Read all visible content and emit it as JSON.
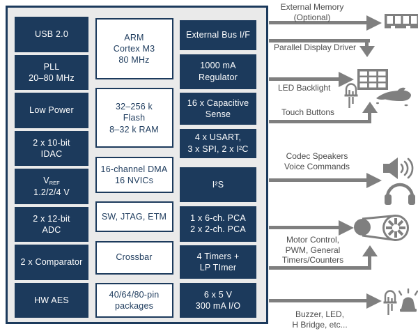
{
  "colors": {
    "block_navy": "#1c3a5c",
    "panel_gray": "#eaeaea",
    "arrow_gray": "#7f7f7f",
    "label_gray": "#4b4b4b",
    "white": "#ffffff"
  },
  "blocks": {
    "left": [
      {
        "l1": "USB 2.0"
      },
      {
        "l1": "PLL",
        "l2": "20–80 MHz"
      },
      {
        "l1": "Low Power"
      },
      {
        "l1": "2 x 10-bit",
        "l2": "IDAC"
      },
      {
        "base": "V",
        "sub": "REF",
        "l2": "1.2/2/4 V"
      },
      {
        "l1": "2 x 12-bit",
        "l2": "ADC"
      },
      {
        "l1": "2 x Comparator"
      },
      {
        "l1": "HW AES"
      }
    ],
    "middle": [
      {
        "l1": "ARM",
        "l2": "Cortex M3",
        "l3": "80 MHz"
      },
      {
        "l1": "32–256 k",
        "l2": "Flash",
        "l3": "8–32 k RAM"
      },
      {
        "l1": "16-channel DMA",
        "l2": "16 NVICs"
      },
      {
        "l1": "SW, JTAG, ETM"
      },
      {
        "l1": "Crossbar"
      },
      {
        "l1": "40/64/80-pin",
        "l2": "packages"
      }
    ],
    "right": [
      {
        "l1": "External Bus I/F"
      },
      {
        "l1": "1000 mA",
        "l2": "Regulator"
      },
      {
        "l1": "16 x Capacitive",
        "l2": "Sense"
      },
      {
        "l1": "4 x USART,",
        "l2": "3 x SPI, 2 x I²C"
      },
      {
        "l1": "I²S"
      },
      {
        "l1": "1 x 6-ch. PCA",
        "l2": "2 x 2-ch. PCA"
      },
      {
        "l1": "4 Timers +",
        "l2": "LP TImer"
      },
      {
        "l1": "6 x 5 V",
        "l2": "300 mA I/O"
      }
    ]
  },
  "annotations": {
    "external_memory": {
      "l1": "External Memory",
      "l2": "(Optional)"
    },
    "parallel_display": {
      "l1": "Parallel Display Driver"
    },
    "led_backlight": {
      "l1": "LED Backlight"
    },
    "touch_buttons": {
      "l1": "Touch Buttons"
    },
    "codec": {
      "l1": "Codec Speakers",
      "l2": "Voice Commands"
    },
    "motor": {
      "l1": "Motor Control,",
      "l2": "PWM, General",
      "l3": "Timers/Counters"
    },
    "buzzer": {
      "l1": "Buzzer, LED,",
      "l2": "H Bridge, etc..."
    }
  },
  "icons": [
    "memory-icon",
    "display-grid-icon",
    "led-icon",
    "touch-hand-icon",
    "speaker-icon",
    "headphones-icon",
    "motor-icon",
    "siren-icon"
  ]
}
